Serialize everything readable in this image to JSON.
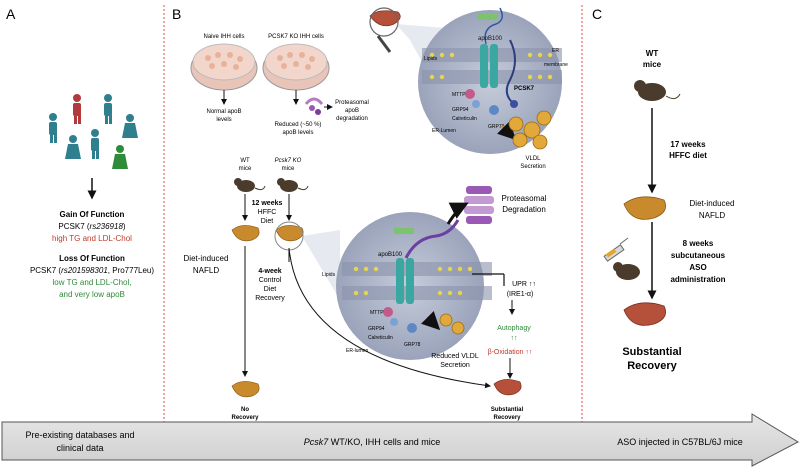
{
  "panels": {
    "a": {
      "letter": "A",
      "gof_title": "Gain Of Function",
      "gof_gene": "PCSK7 (",
      "gof_variant": "rs236918",
      "gof_gene_close": ")",
      "gof_effect": "high TG and LDL-Chol",
      "lof_title": "Loss Of Function",
      "lof_gene": "PCSK7 (",
      "lof_variant": "rs201598301",
      "lof_gene_close": ", Pro777Leu)",
      "lof_effect_1": "low TG and LDL-Chol,",
      "lof_effect_2": "and very low apoB",
      "footer_1": "Pre-existing databases and",
      "footer_2": "clinical data"
    },
    "b": {
      "letter": "B",
      "naive_label": "Naive IHH cells",
      "ko_label": "PCSK7 KO IHH cells",
      "normal_apob_1": "Normal apoB",
      "normal_apob_2": "levels",
      "reduced_apob_1": "Reduced (~50 %)",
      "reduced_apob_2": "apoB levels",
      "proteasomal_1": "Proteasomal",
      "proteasomal_2": "apoB",
      "proteasomal_3": "degradation",
      "wt_mice_1": "WT",
      "wt_mice_2": "mice",
      "ko_mice_1": "Pcsk7 KO",
      "ko_mice_2": "mice",
      "hffc_1": "12 weeks",
      "hffc_2": "HFFC",
      "hffc_3": "Diet",
      "diet_nafld_1": "Diet-induced",
      "diet_nafld_2": "NAFLD",
      "recovery_1": "4-week",
      "recovery_2": "Control",
      "recovery_3": "Diet",
      "recovery_4": "Recovery",
      "no_recovery_1": "No",
      "no_recovery_2": "Recovery",
      "substantial_1": "Substantial",
      "substantial_2": "Recovery",
      "upr_1": "UPR ↑↑",
      "upr_2": "(IRE1-α)",
      "autophagy": "Autophagy",
      "autophagy_arrows": "↑↑",
      "beta_ox": "β-Oxidation ↑↑",
      "reduced_vldl_1": "Reduced VLDL",
      "reduced_vldl_2": "Secretion",
      "proteasomal_deg_1": "Proteasomal",
      "proteasomal_deg_2": "Degradation",
      "vldl_1": "VLDL",
      "vldl_2": "Secretion",
      "footer": "Pcsk7 WT/KO, IHH cells and mice",
      "footer_italic": "Pcsk7",
      "footer_rest": " WT/KO, IHH cells and mice",
      "top_cell": {
        "apob100": "apoB100",
        "er": "ER",
        "membrane": "membrane",
        "lipids": "Lipids",
        "mttp": "MTTP",
        "grp94": "GRP94",
        "calreticulin": "Calreticulin",
        "er_lumen": "ER-Lumen",
        "grp78": "GRP78",
        "pcsk7": "PCSK7"
      },
      "bottom_cell": {
        "apob100": "apoB100",
        "lipids": "Lipids",
        "mttp": "MTTP",
        "grp94": "GRP94",
        "calreticulin": "Calreticulin",
        "er_lumen": "ER-lumen",
        "grp78": "GRP78"
      }
    },
    "c": {
      "letter": "C",
      "wt_mice_1": "WT",
      "wt_mice_2": "mice",
      "hffc_1": "17 weeks",
      "hffc_2": "HFFC diet",
      "diet_nafld_1": "Diet-induced",
      "diet_nafld_2": "NAFLD",
      "aso_1": "8 weeks",
      "aso_2": "subcutaneous",
      "aso_3": "ASO",
      "aso_4": "administration",
      "substantial_1": "Substantial",
      "substantial_2": "Recovery",
      "footer": "ASO injected in C57BL/6J mice"
    }
  },
  "colors": {
    "red": "#c0392b",
    "green": "#2e8b3a",
    "liver": "#c98a2e",
    "liver_red": "#b5503a",
    "people_teal": "#2f7f8f",
    "cell_bg": "#aeb6c9",
    "divider": "#e74c3c"
  }
}
